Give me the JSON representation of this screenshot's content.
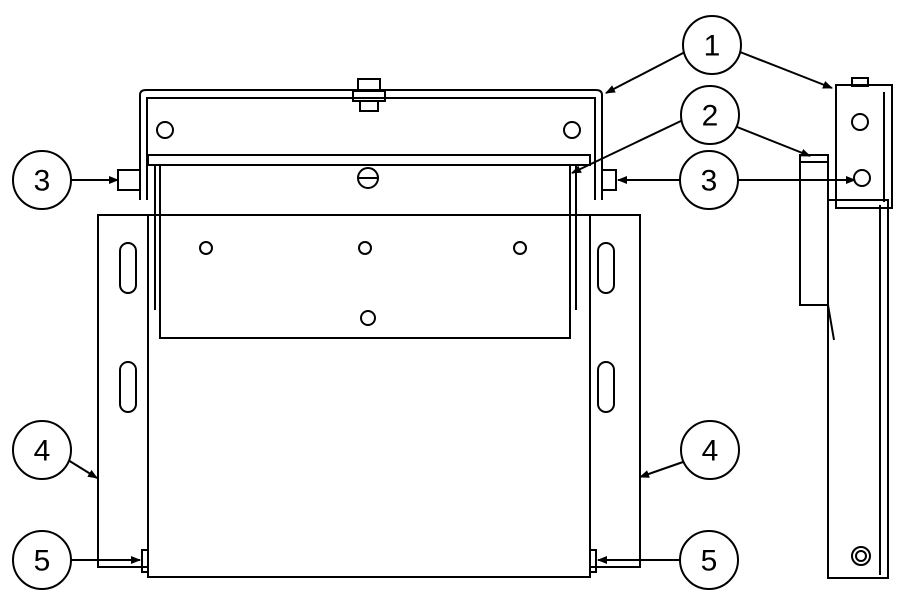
{
  "callouts": {
    "c1": "1",
    "c2a": "2",
    "c3a": "3",
    "c3b": "3",
    "c4a": "4",
    "c4b": "4",
    "c5a": "5",
    "c5b": "5"
  },
  "colors": {
    "line": "#000000",
    "background": "#ffffff"
  }
}
